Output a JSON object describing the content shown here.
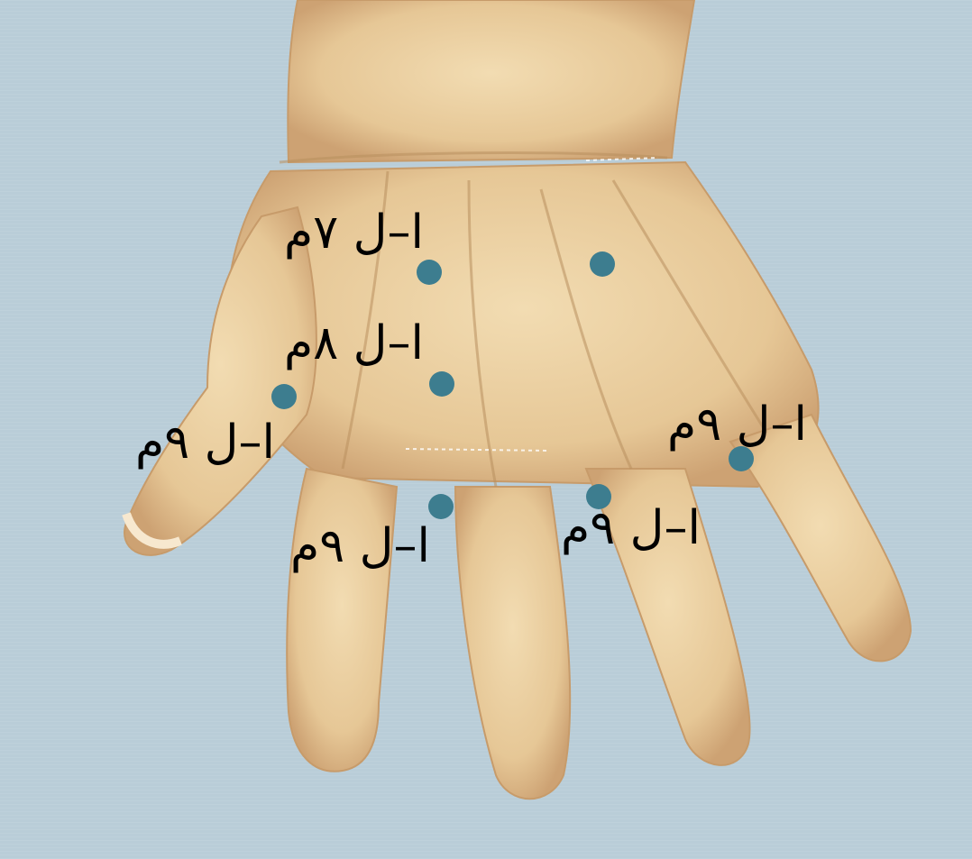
{
  "colors": {
    "background": "#b9cdd8",
    "skin": "#ecd2a4",
    "skin_shadow": "#c9a072",
    "point": "#3d7d8f",
    "label": "#000000"
  },
  "labels": {
    "top": "ا–ل ٧م",
    "middle": "ا–ل ٨م",
    "thumb": "ا–ل ٩م",
    "index": "ا–ل ٩م",
    "middle_finger": "ا–ل ٩م",
    "ring": "ا–ل ٩م"
  }
}
